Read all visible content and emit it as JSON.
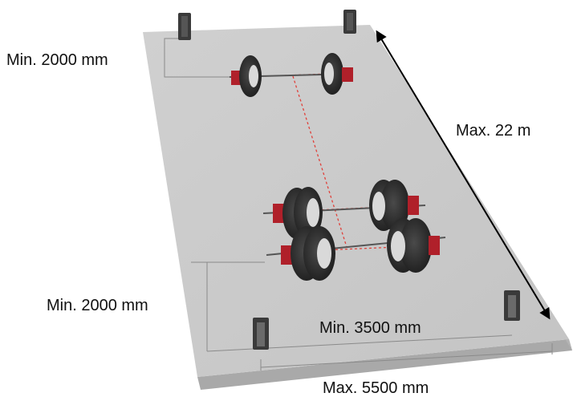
{
  "labels": {
    "min_front": "Min. 2000 mm",
    "max_length": "Max. 22 m",
    "min_rear": "Min. 2000 mm",
    "min_width": "Min. 3500 mm",
    "max_width": "Max. 5500 mm"
  },
  "colors": {
    "background": "#ffffff",
    "platform_top": "#c9c9c9",
    "platform_side": "#a9a9a9",
    "dimension_line": "#8a8a8a",
    "laser_line": "#e0403a",
    "tire": "#2b2b2b",
    "rim": "#d9d9d9",
    "brake_accent": "#b0202a",
    "sensor_post": "#3a3a3a",
    "arrow": "#000000"
  },
  "items": {
    "sensor_posts": [
      "front-left",
      "front-right",
      "rear-left",
      "rear-right"
    ],
    "front_axle_wheels": [
      "single-tire",
      "single-tire"
    ],
    "rear_axle_wheels": [
      "dual-tire",
      "dual-tire",
      "dual-tire",
      "dual-tire"
    ]
  }
}
